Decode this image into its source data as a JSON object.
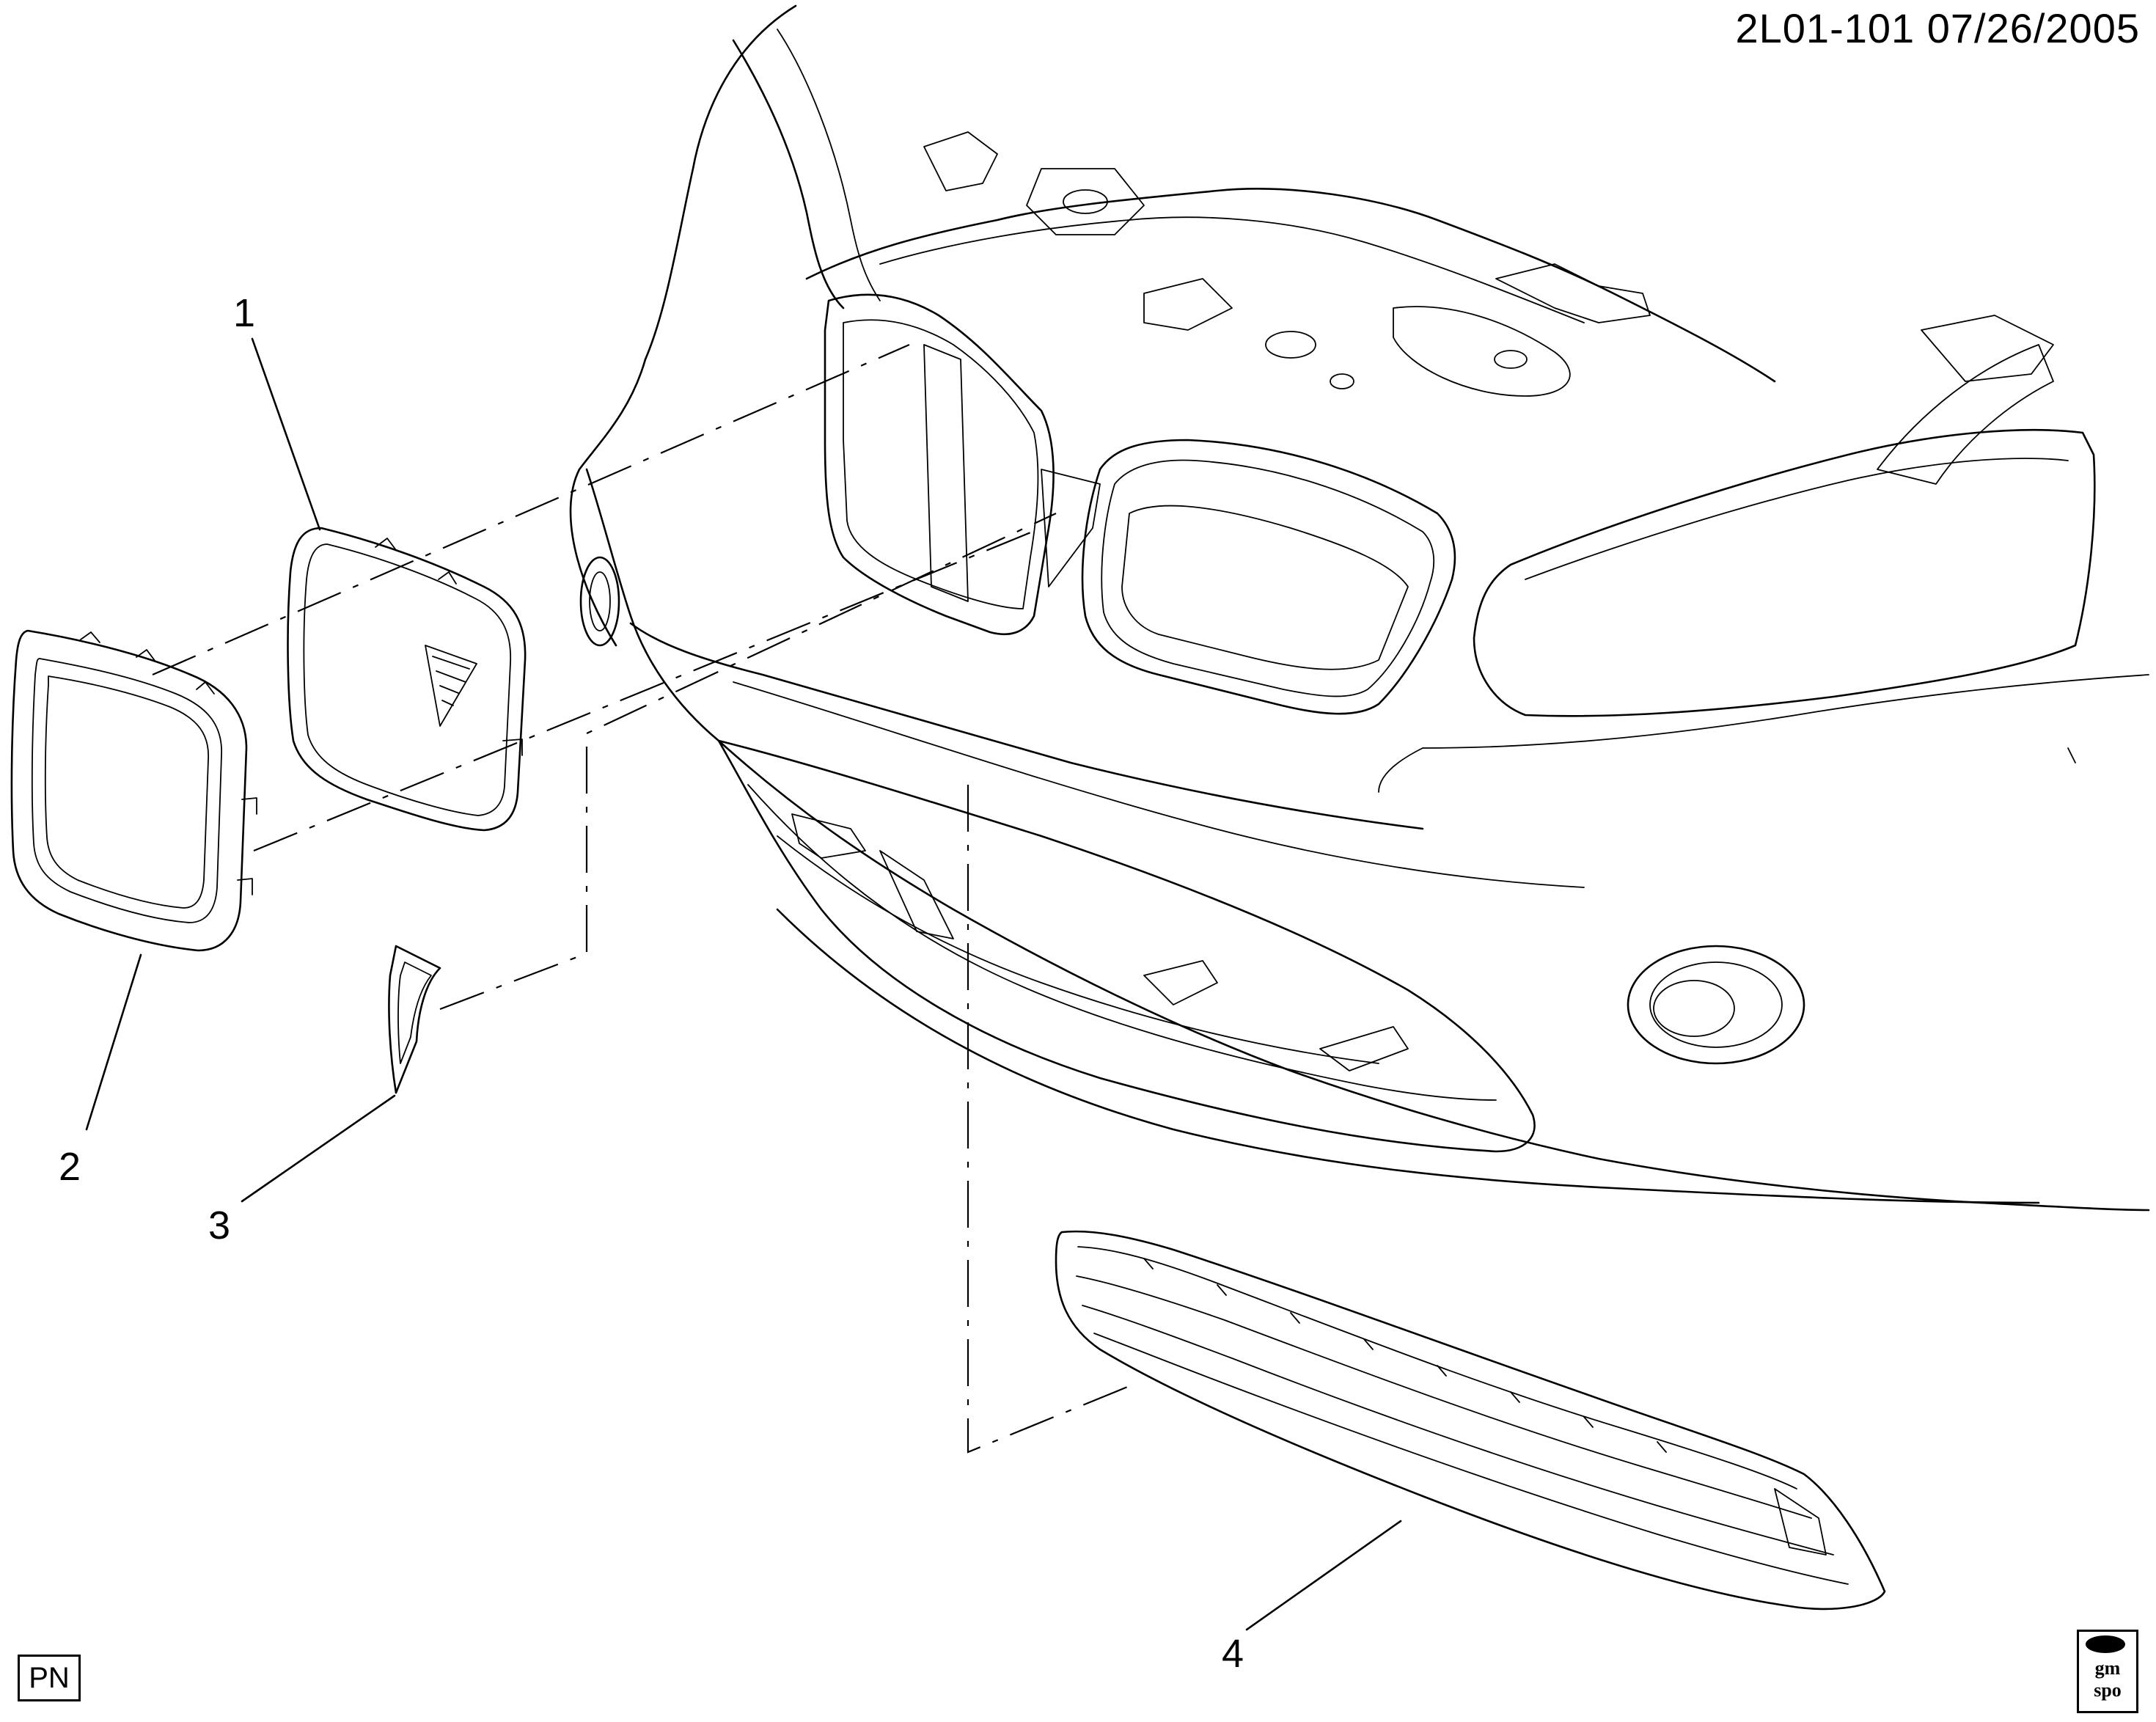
{
  "header": {
    "reference": "2L01-101 07/26/2005"
  },
  "callouts": [
    {
      "id": "1",
      "label": "1"
    },
    {
      "id": "2",
      "label": "2"
    },
    {
      "id": "3",
      "label": "3"
    },
    {
      "id": "4",
      "label": "4"
    }
  ],
  "badge": {
    "label": "PN"
  },
  "logo": {
    "name": "gm-spo-logo",
    "line1": "gm",
    "line2": "spo"
  }
}
